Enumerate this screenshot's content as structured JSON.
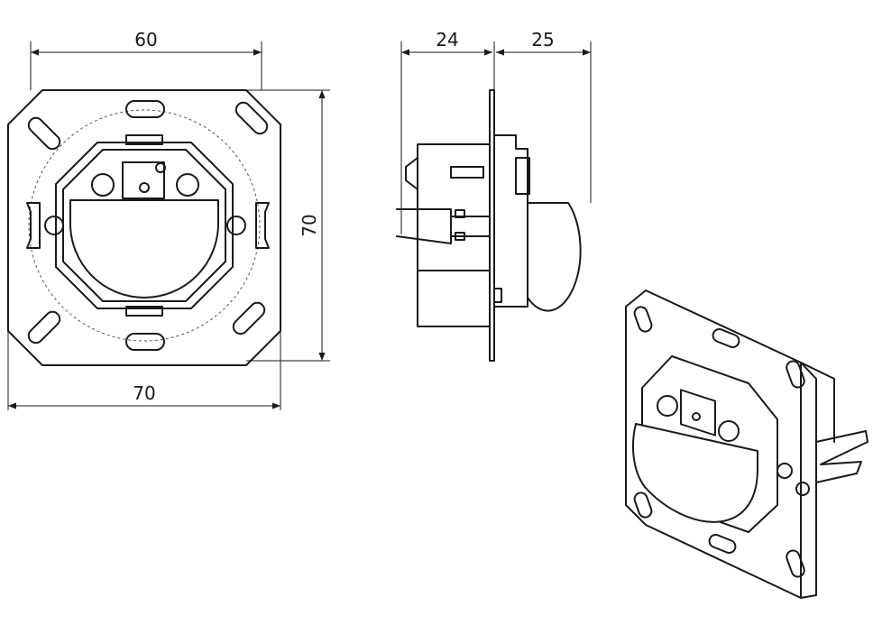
{
  "dimensions": {
    "front_width": "60",
    "front_outer_width": "70",
    "front_height": "70",
    "side_depth_back": "24",
    "side_depth_front": "25"
  },
  "colors": {
    "line": "#1a1a1a",
    "background": "#ffffff"
  }
}
